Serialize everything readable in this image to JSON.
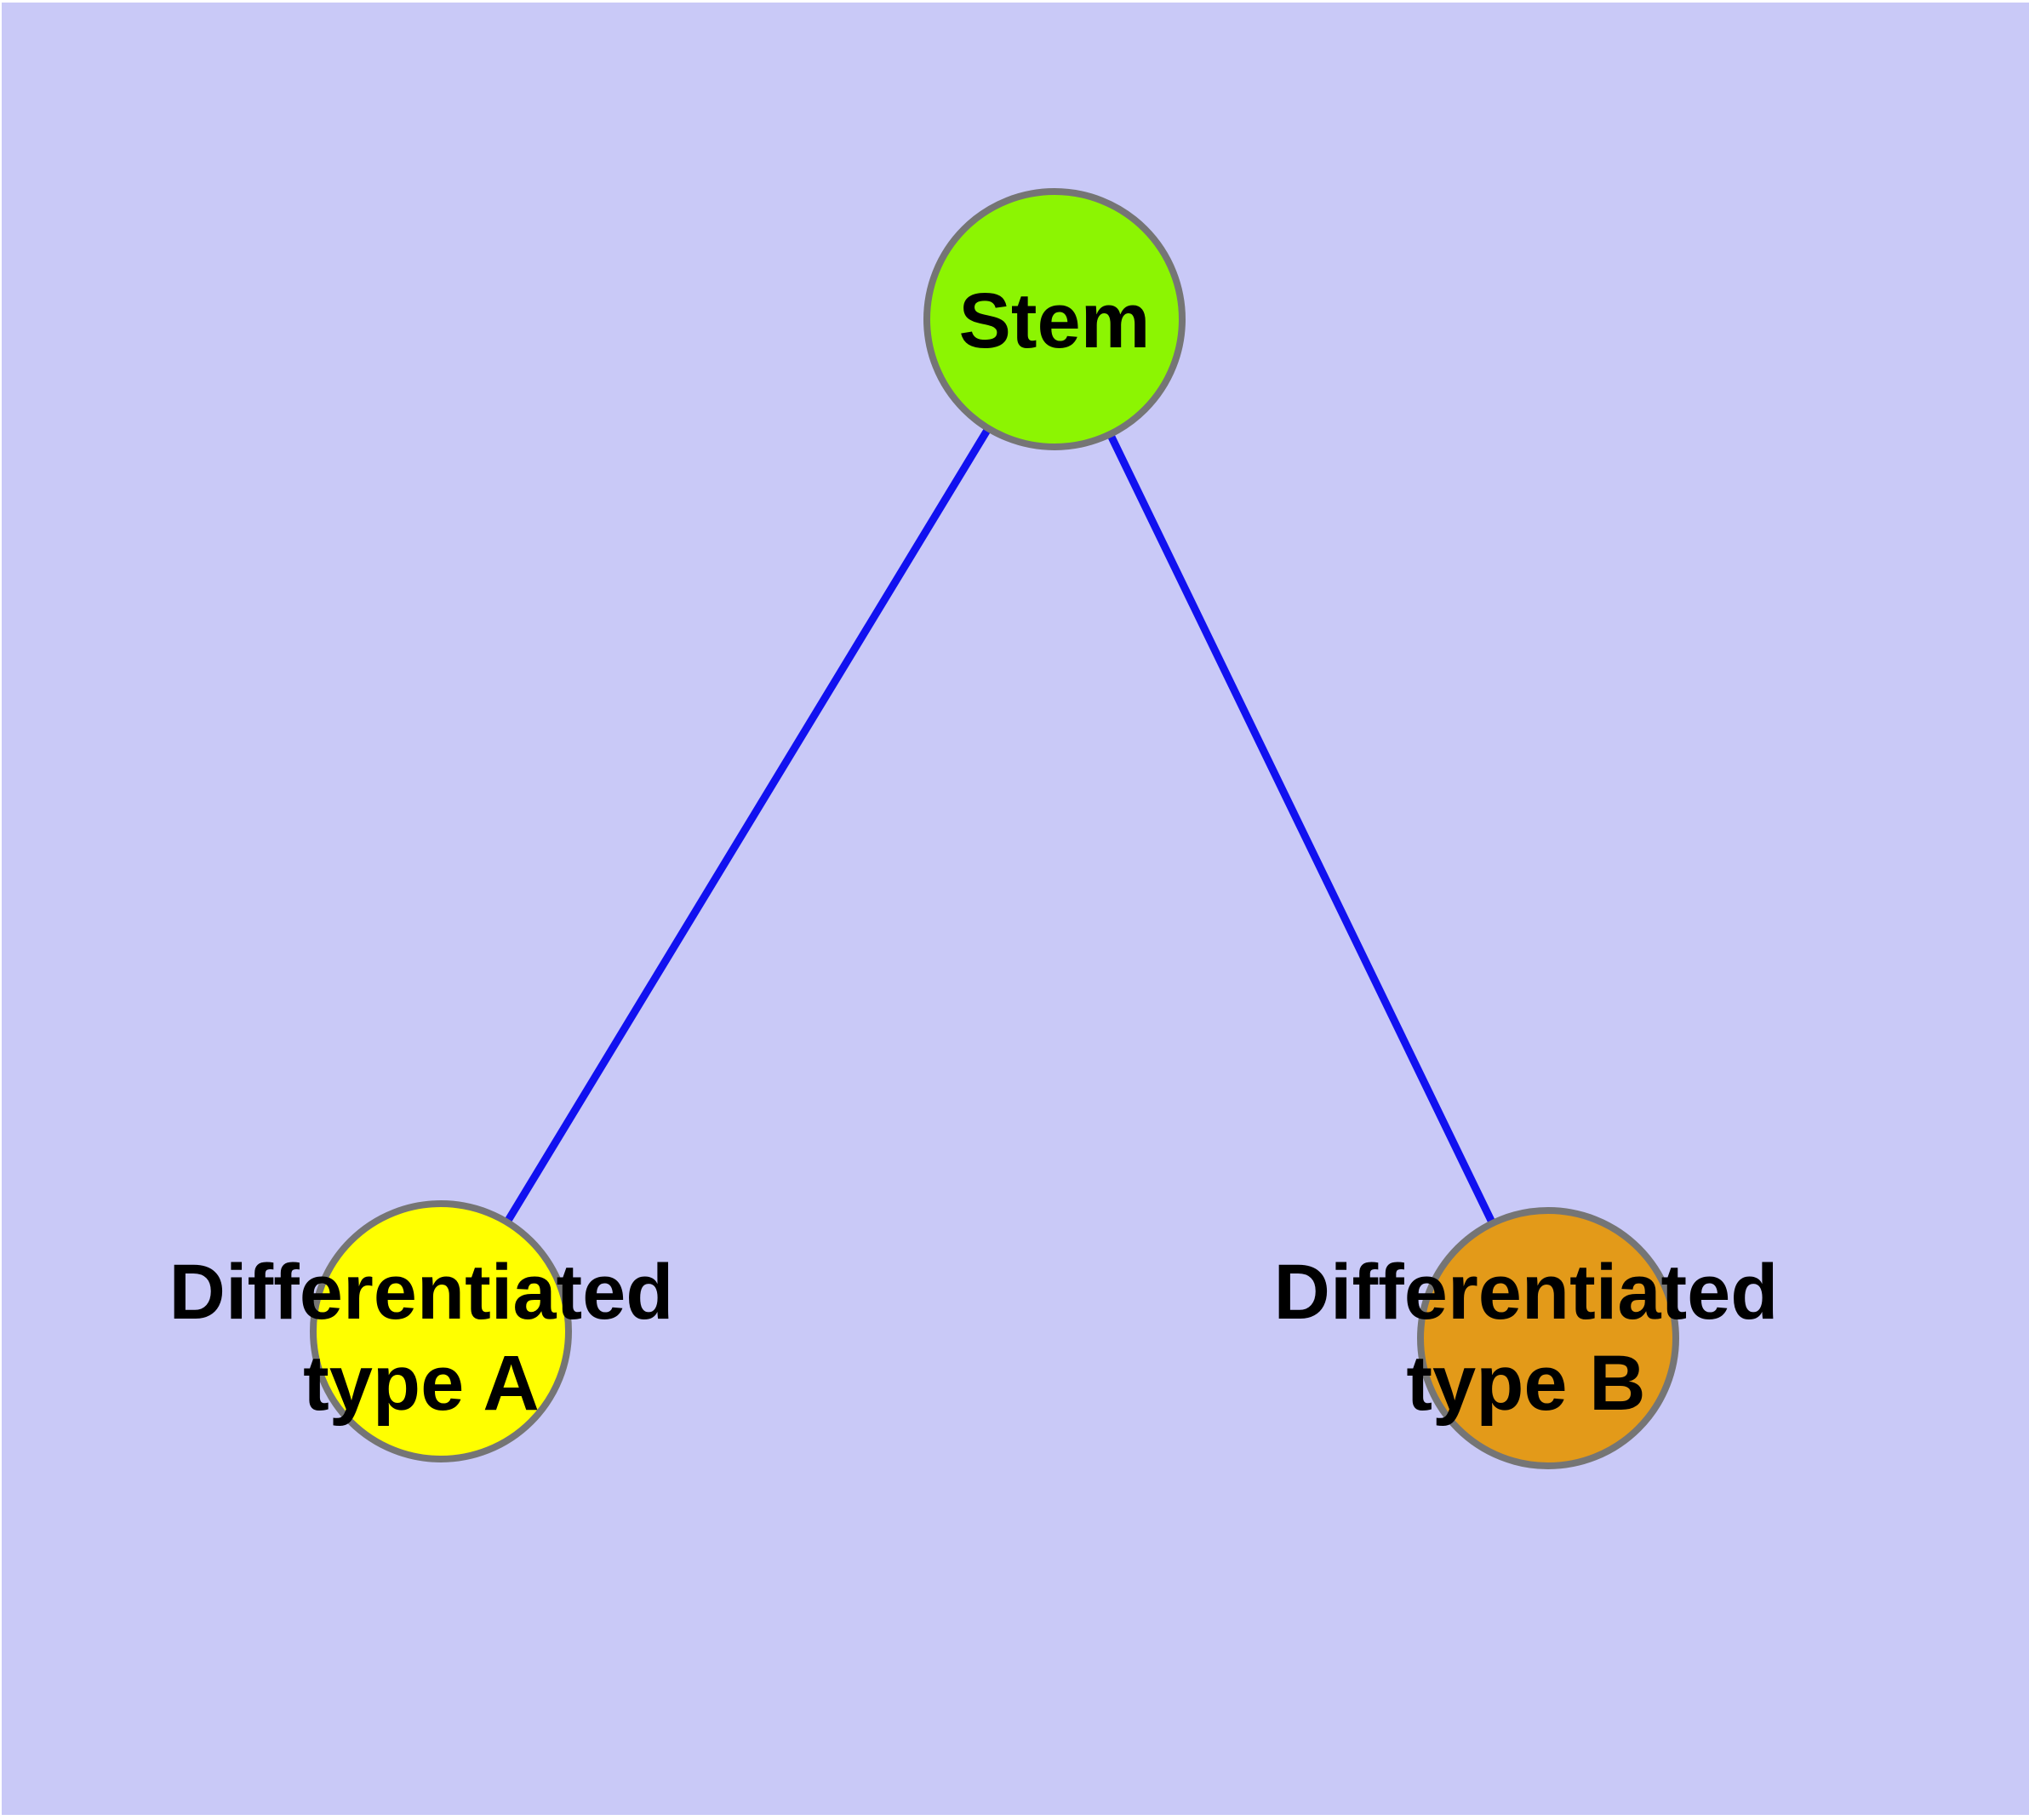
{
  "diagram": {
    "type": "node-link-graph",
    "background_color": "#c9c9f7",
    "edge_color": "#1111f0",
    "node_border_color": "#757575",
    "label_color": "#000000",
    "nodes": [
      {
        "id": "stem",
        "label": "Stem",
        "label_lines": [
          "Stem"
        ],
        "fill": "#8cf502"
      },
      {
        "id": "type-a",
        "label": "Differentiated type A",
        "label_lines": [
          "Differentiated",
          "type A"
        ],
        "fill": "#ffff00"
      },
      {
        "id": "type-b",
        "label": "Differentiated type B",
        "label_lines": [
          "Differentiated",
          "type B"
        ],
        "fill": "#e39a19"
      }
    ],
    "edges": [
      {
        "from": "Stem",
        "to": "Differentiated type A"
      },
      {
        "from": "Stem",
        "to": "Differentiated type B"
      }
    ]
  }
}
